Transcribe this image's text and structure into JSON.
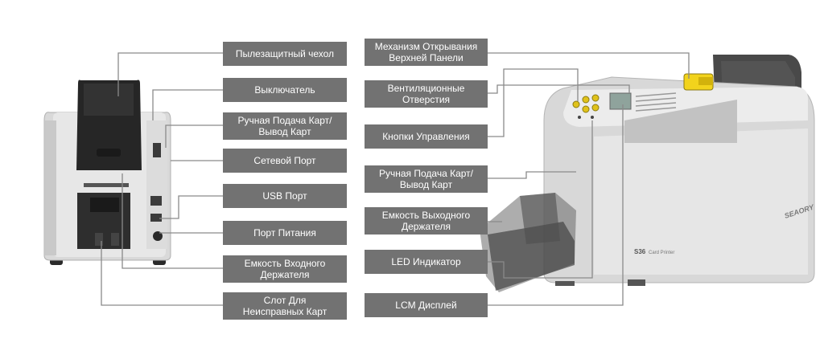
{
  "left_labels": [
    {
      "id": "dust-cover",
      "text": "Пылезащитный чехол"
    },
    {
      "id": "power-switch",
      "text": "Выключатель"
    },
    {
      "id": "manual-feed-back",
      "text": "Ручная Подача Карт/\nВывод Карт"
    },
    {
      "id": "network-port",
      "text": "Сетевой Порт"
    },
    {
      "id": "usb-port",
      "text": "USB Порт"
    },
    {
      "id": "power-port",
      "text": "Порт Питания"
    },
    {
      "id": "input-hopper",
      "text": "Емкость Входного\nДержателя"
    },
    {
      "id": "reject-slot",
      "text": "Слот Для\nНеисправных Карт"
    }
  ],
  "right_labels": [
    {
      "id": "top-cover-mechanism",
      "text": "Механизм Открывания\nВерхней Панели"
    },
    {
      "id": "vents",
      "text": "Вентиляционные\nОтверстия"
    },
    {
      "id": "control-buttons",
      "text": "Кнопки Управления"
    },
    {
      "id": "manual-feed-front",
      "text": "Ручная Подача Карт/\nВывод Карт"
    },
    {
      "id": "output-hopper",
      "text": "Емкость Выходного\nДержателя"
    },
    {
      "id": "led-indicator",
      "text": "LED Индикатор"
    },
    {
      "id": "lcm-display",
      "text": "LCM Дисплей"
    }
  ],
  "printer_model": {
    "model": "S36",
    "brand": "SEAORY",
    "subtitle": "Card Printer"
  },
  "colors": {
    "label_bg": "#727272",
    "label_text": "#ffffff",
    "leader_line": "#8a8a8a"
  }
}
